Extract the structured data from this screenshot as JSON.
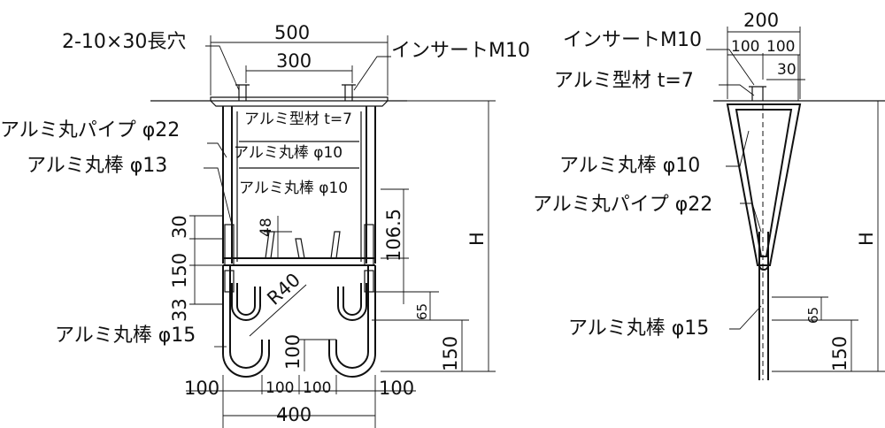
{
  "front": {
    "slot": "2-10×30長穴",
    "insert": "インサートM10",
    "profile": "アルミ型材 t=7",
    "pipe22": "アルミ丸パイプ φ22",
    "bar13": "アルミ丸棒 φ13",
    "bar10a": "アルミ丸棒 φ10",
    "bar10b": "アルミ丸棒 φ10",
    "bar15": "アルミ丸棒 φ15",
    "d500": "500",
    "d300": "300",
    "d30": "30",
    "d150a": "150",
    "d33": "33",
    "d48": "48",
    "d106": "106.5",
    "r40": "R40",
    "d65": "65",
    "d150b": "150",
    "d100v": "100",
    "H": "H",
    "d100l": "100",
    "d100m1": "100",
    "d100m2": "100",
    "d100r": "100",
    "d400": "400"
  },
  "side": {
    "d200": "200",
    "d100a": "100",
    "d100b": "100",
    "d30": "30",
    "insert": "インサートM10",
    "profile": "アルミ型材 t=7",
    "bar10": "アルミ丸棒 φ10",
    "pipe22": "アルミ丸パイプ φ22",
    "bar15": "アルミ丸棒 φ15",
    "d65": "65",
    "d150": "150",
    "H": "H"
  }
}
